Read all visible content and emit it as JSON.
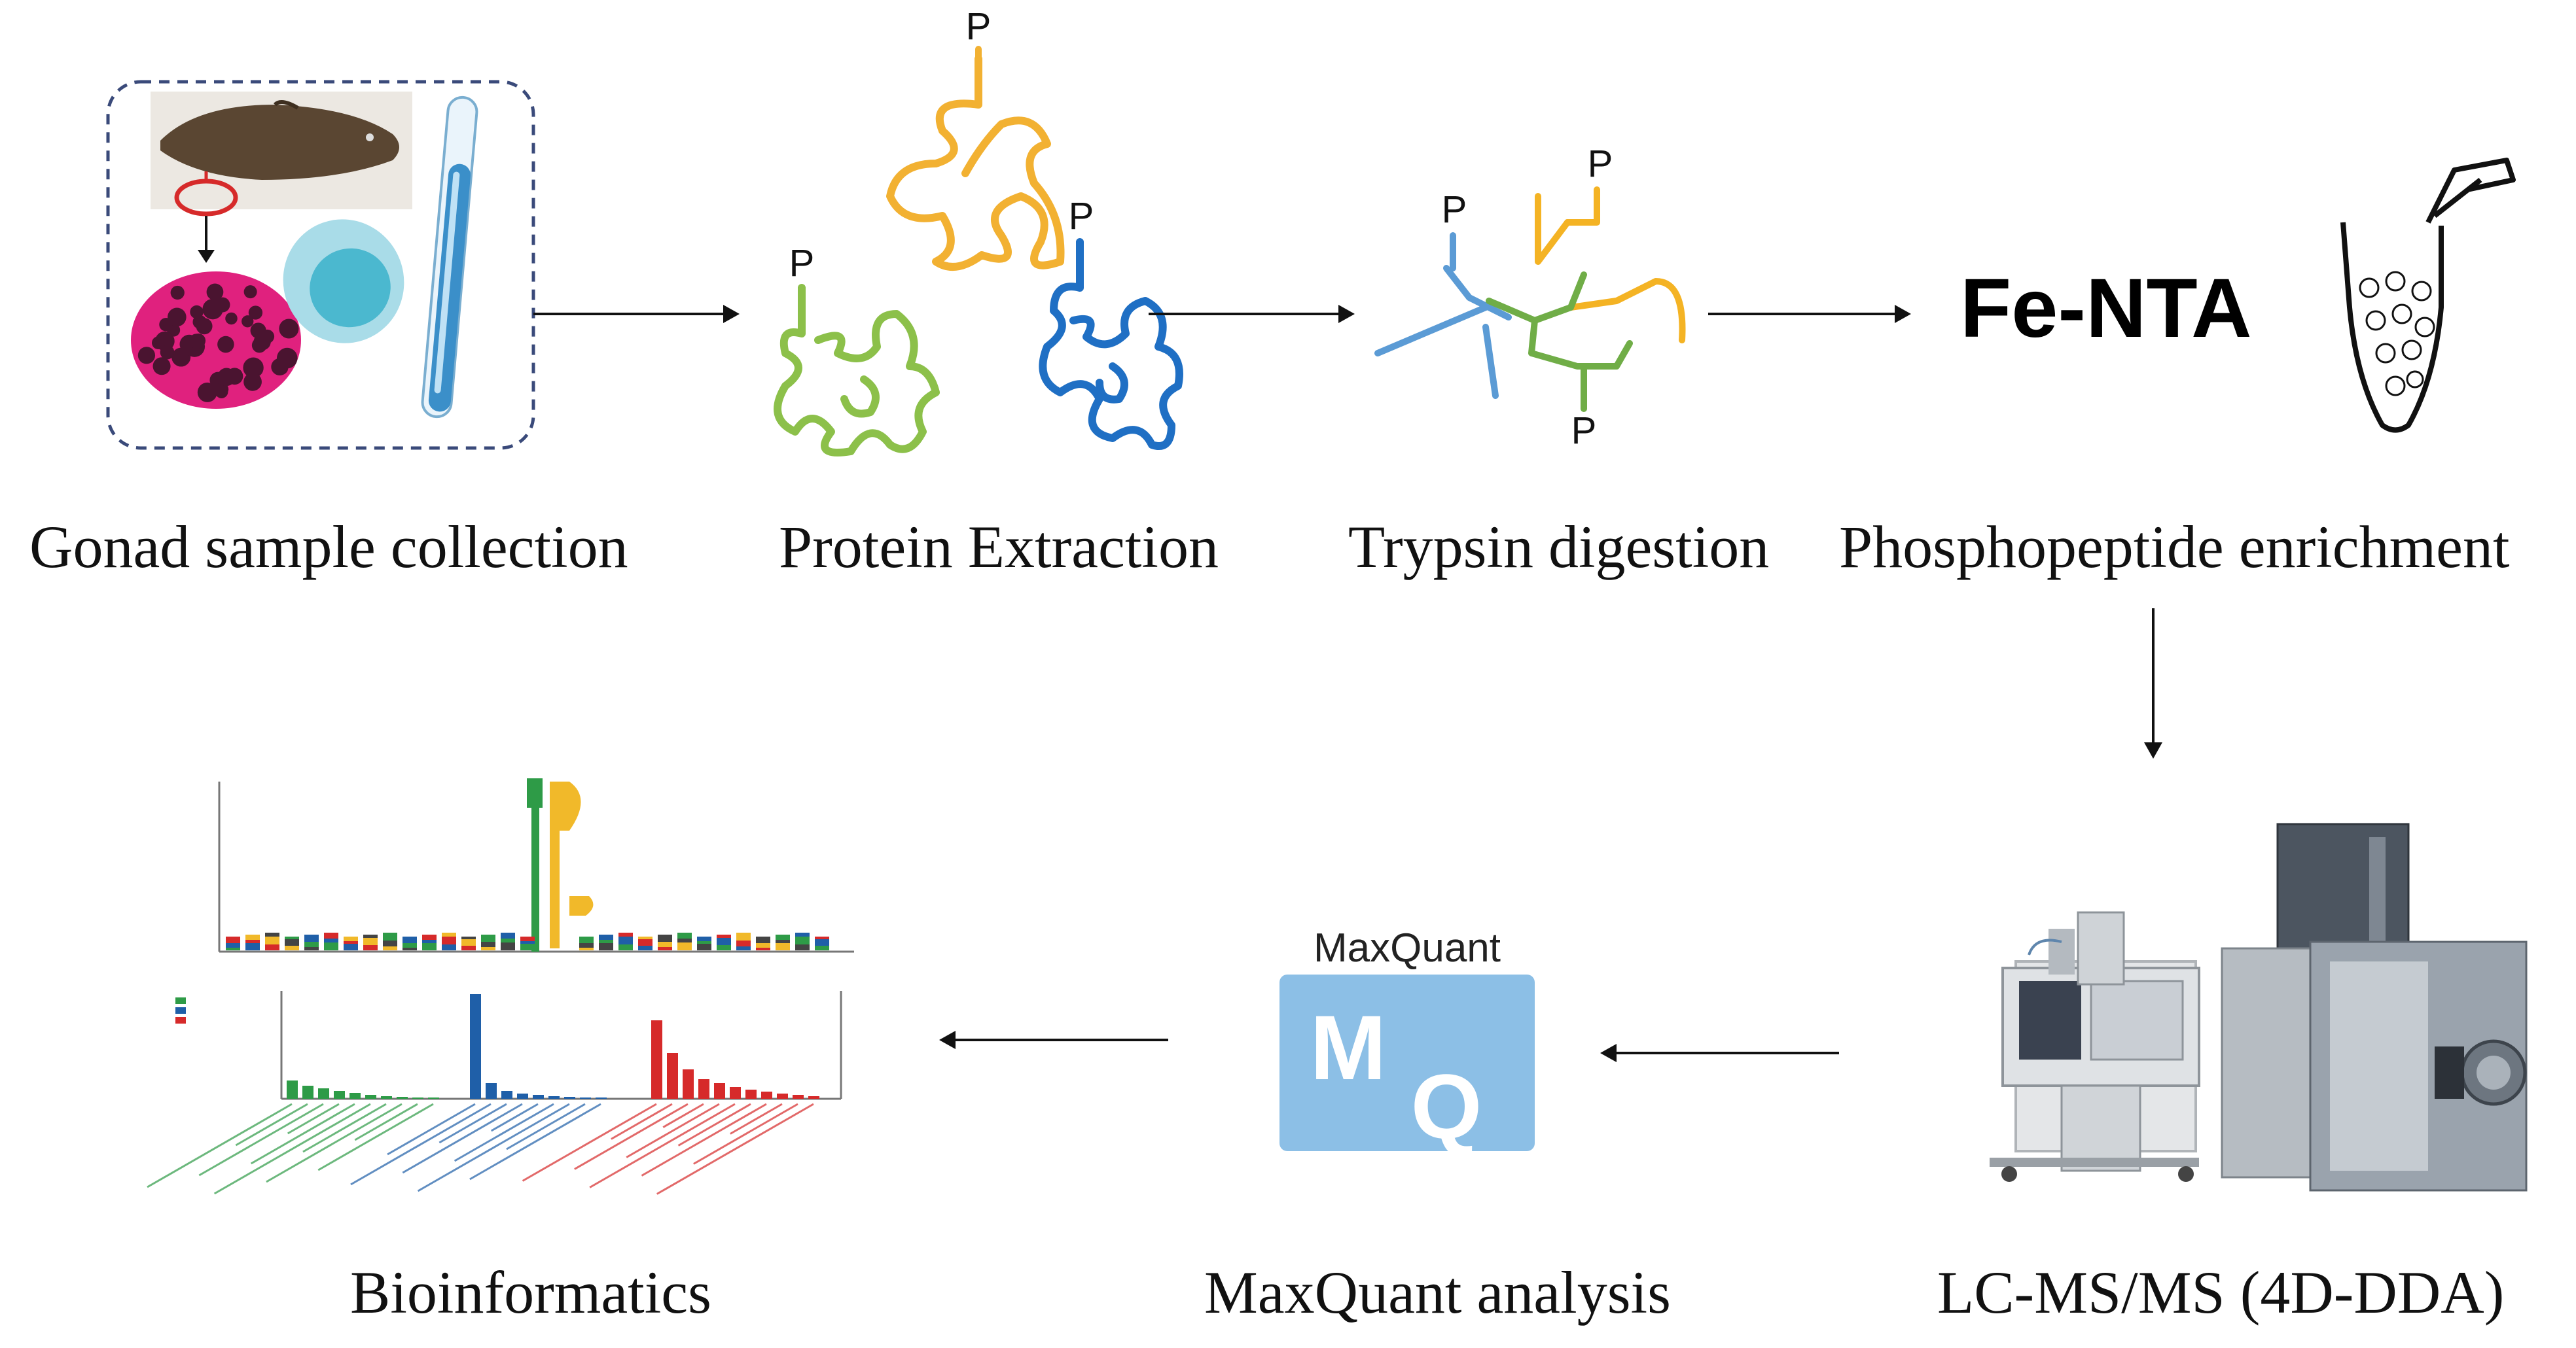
{
  "steps": {
    "gonad": "Gonad sample collection",
    "protein": "Protein Extraction",
    "trypsin": "Trypsin digestion",
    "phospho": "Phosphopeptide enrichment",
    "lcms": "LC-MS/MS (4D-DDA)",
    "maxquant": "MaxQuant analysis",
    "bioinfo": "Bioinformatics"
  },
  "phospho_marker": "P",
  "reagent": "Fe-NTA",
  "software": {
    "name": "MaxQuant",
    "logo_top": "M",
    "logo_bottom": "Q"
  },
  "colors": {
    "protein_orange": "#f2b132",
    "protein_green": "#8cc04a",
    "protein_blue": "#1f6fc4",
    "peptide_blue": "#5b9bd5",
    "peptide_orange": "#f4b324",
    "peptide_green": "#70ad47",
    "gonad_pink": "#e0217e",
    "mq_box": "#8cbfe6"
  },
  "icons": [
    "fish-icon",
    "gonad-tissue-icon",
    "cell-icon",
    "test-tube-icon",
    "eppendorf-tube-icon",
    "mass-spectrometer-icon",
    "sequence-logo-chart-icon",
    "go-enrichment-chart-icon"
  ]
}
